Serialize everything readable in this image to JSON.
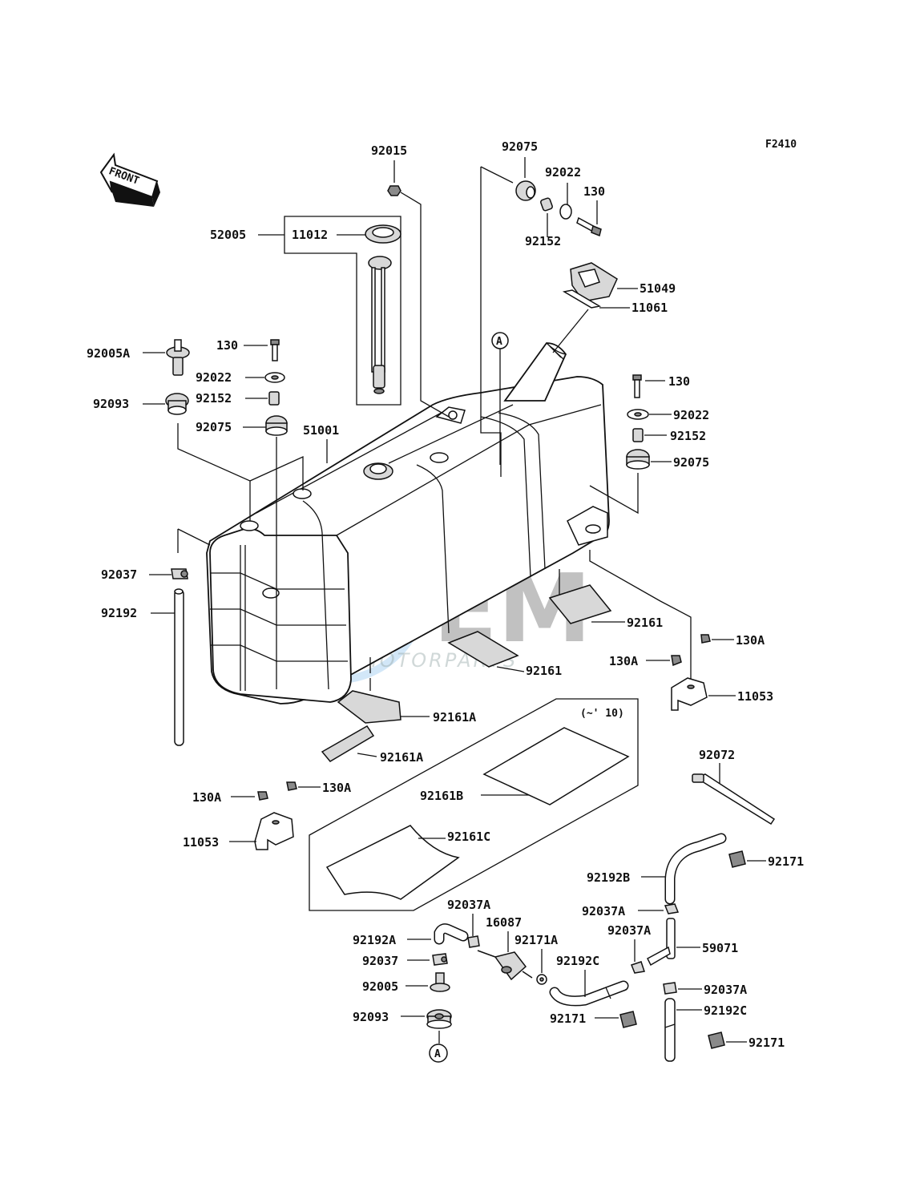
{
  "figure_code": "F2410",
  "front_label": "FRONT",
  "range_note": "(~' 10)",
  "ref_marker": "A",
  "watermark": {
    "brand": "OEM",
    "tagline": "MOTORPARTS",
    "globe_color": "#3a8fd8"
  },
  "parts": {
    "p92015": "92015",
    "p92075_top": "92075",
    "p92022_top": "92022",
    "p130_top": "130",
    "p92152_top": "92152",
    "p52005": "52005",
    "p11012": "11012",
    "p51049": "51049",
    "p11061": "11061",
    "p92005A": "92005A",
    "p130_left": "130",
    "p92022_left": "92022",
    "p92152_left": "92152",
    "p92093_left": "92093",
    "p92075_left": "92075",
    "p51001": "51001",
    "p130_right": "130",
    "p92022_right": "92022",
    "p92152_right": "92152",
    "p92075_right": "92075",
    "p92037_left": "92037",
    "p92192_left": "92192",
    "p92161_upper": "92161",
    "p92161_lower": "92161",
    "p130A_r1": "130A",
    "p130A_r2": "130A",
    "p11053_right": "11053",
    "p92161A_upper": "92161A",
    "p92161A_lower": "92161A",
    "p92161B": "92161B",
    "p92161C": "92161C",
    "p130A_l1": "130A",
    "p130A_l2": "130A",
    "p11053_left": "11053",
    "p92072": "92072",
    "p92171_top": "92171",
    "p92192B": "92192B",
    "p92037A_a": "92037A",
    "p92037A_b": "92037A",
    "p92037A_c": "92037A",
    "p92037A_d": "92037A",
    "p59071": "59071",
    "p92192C_a": "92192C",
    "p92192C_b": "92192C",
    "p92171_c": "92171",
    "p92171_b": "92171",
    "p16087": "16087",
    "p92171A": "92171A",
    "p92192A": "92192A",
    "p92037_bot": "92037",
    "p92005": "92005",
    "p92093_bot": "92093"
  }
}
